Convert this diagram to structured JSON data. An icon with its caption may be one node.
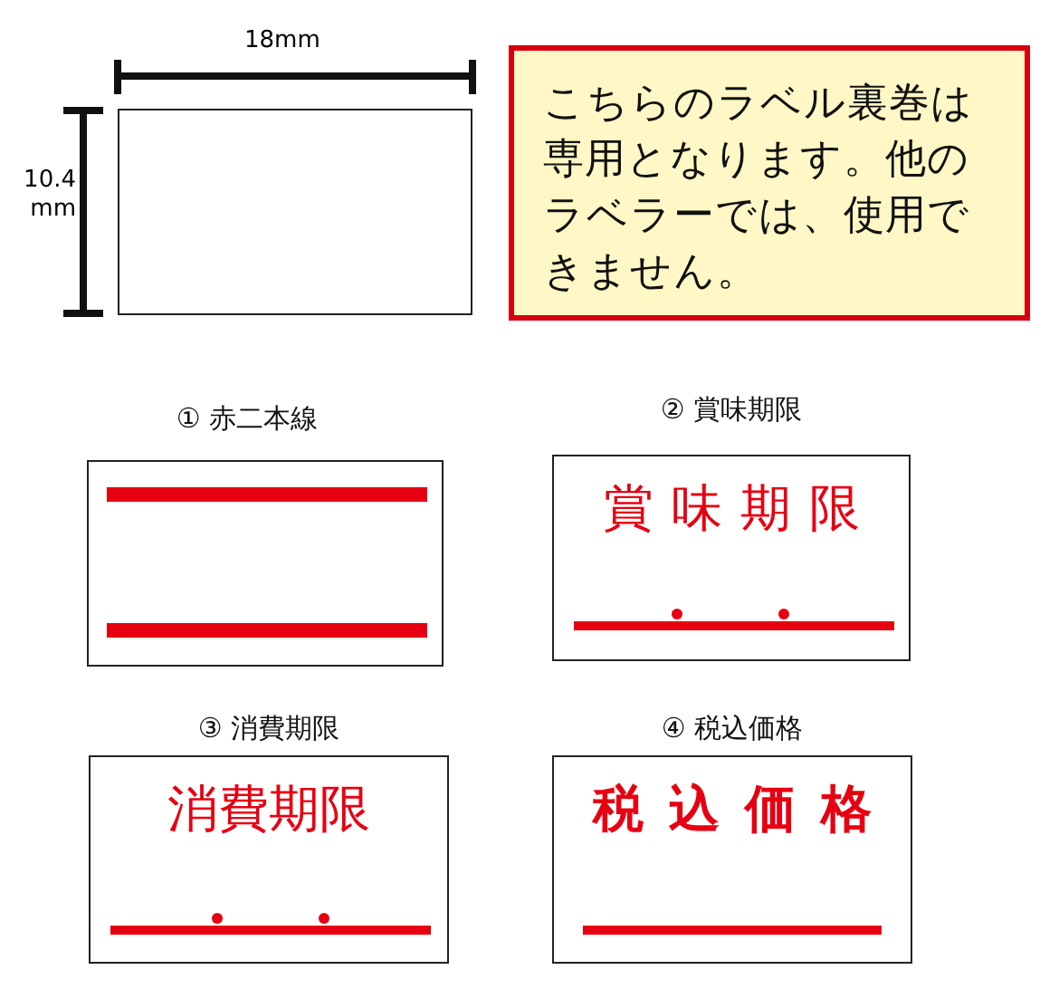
{
  "diagram": {
    "nodes": [
      {
        "text": [],
        "shape": "box"
      },
      {
        "text": [
          "こちらのラベル裏巻は専用となります。他のラベラーでは、使用できません。"
        ]
      },
      {
        "text": [
          "① 赤二本線"
        ]
      },
      {
        "text": [
          "② 賞味期限",
          "賞味期限"
        ]
      },
      {
        "text": [
          "③ 消費期限",
          "消費期限"
        ]
      },
      {
        "text": [
          "④ 税込価格",
          "税込価格"
        ]
      }
    ],
    "labels": [
      "18mm",
      "10.4 mm"
    ]
  }
}
